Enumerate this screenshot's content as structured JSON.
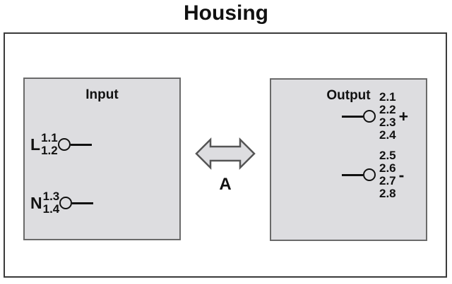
{
  "diagram": {
    "title": "Housing",
    "arrow": {
      "label": "A",
      "icon": "double-headed-arrow-icon",
      "fill_color": "#dddde0",
      "stroke_color": "#555555"
    },
    "blocks": [
      {
        "id": "input",
        "title": "Input",
        "fill_color": "#dddde0",
        "border_color": "#6a6a6a",
        "terminals": [
          {
            "phase": "L",
            "numbers": [
              "1.1",
              "1.2"
            ],
            "polarity": "",
            "lead_side": "right"
          },
          {
            "phase": "N",
            "numbers": [
              "1.3",
              "1.4"
            ],
            "polarity": "",
            "lead_side": "right"
          }
        ]
      },
      {
        "id": "output",
        "title": "Output",
        "fill_color": "#dddde0",
        "border_color": "#6a6a6a",
        "terminals": [
          {
            "phase": "",
            "numbers": [
              "2.1",
              "2.2",
              "2.3",
              "2.4"
            ],
            "polarity": "+",
            "lead_side": "left"
          },
          {
            "phase": "",
            "numbers": [
              "2.5",
              "2.6",
              "2.7",
              "2.8"
            ],
            "polarity": "-",
            "lead_side": "left"
          }
        ]
      }
    ]
  }
}
